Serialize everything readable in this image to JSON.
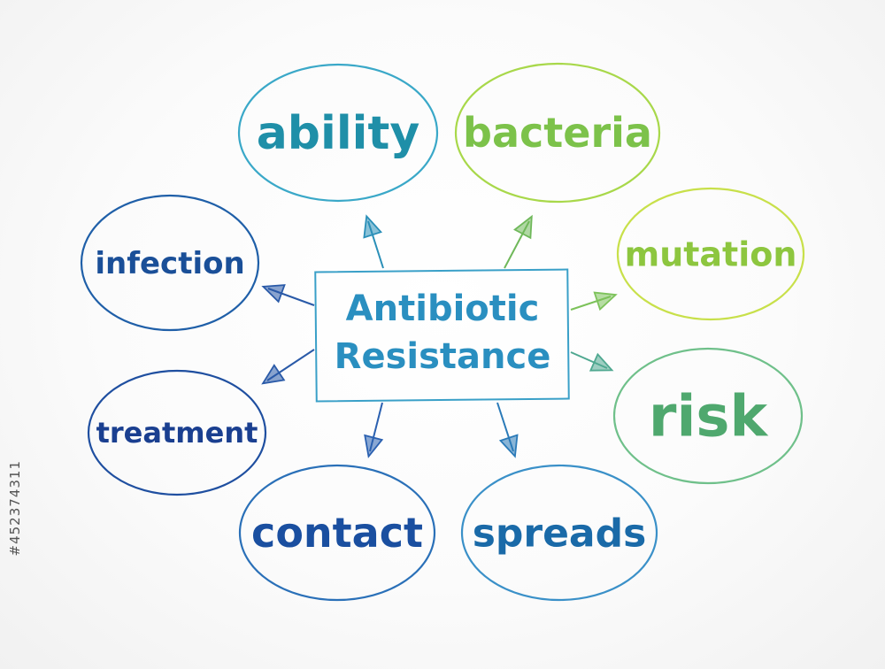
{
  "center": {
    "line1": "Antibiotic",
    "line2": "Resistance",
    "color": "#2a8fc0"
  },
  "nodes": [
    {
      "id": "ability",
      "label": "ability",
      "color": "#1f8fa8"
    },
    {
      "id": "bacteria",
      "label": "bacteria",
      "color": "#7cc24a"
    },
    {
      "id": "mutation",
      "label": "mutation",
      "color": "#8dc63f"
    },
    {
      "id": "risk",
      "label": "risk",
      "color": "#4fa86e"
    },
    {
      "id": "spreads",
      "label": "spreads",
      "color": "#1a6aa8"
    },
    {
      "id": "contact",
      "label": "contact",
      "color": "#1a4fa0"
    },
    {
      "id": "treatment",
      "label": "treatment",
      "color": "#1a3f90"
    },
    {
      "id": "infection",
      "label": "infection",
      "color": "#1a4f98"
    }
  ],
  "watermark": "#452374311"
}
